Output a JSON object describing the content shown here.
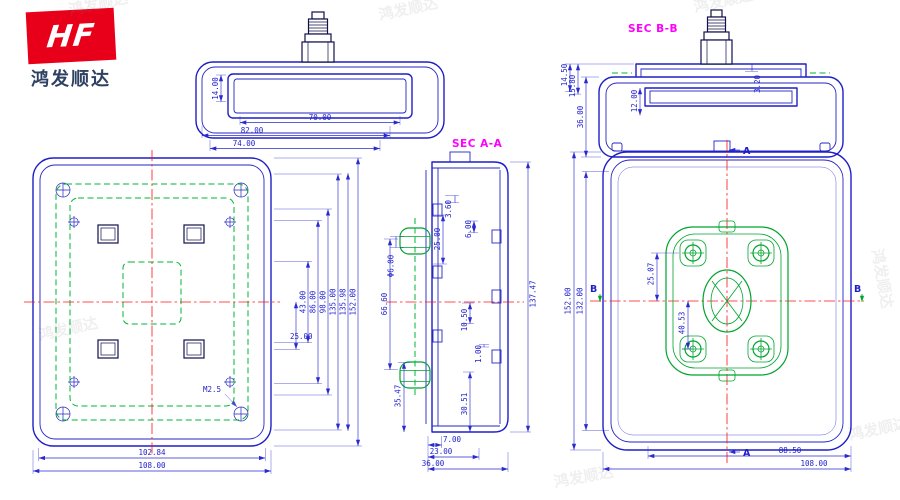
{
  "logo": {
    "brand": "HF",
    "company": "鸿发顺达",
    "brand_color": "#e8001b"
  },
  "watermark": {
    "text": "鸿发顺达"
  },
  "colors": {
    "outline_blue": "#1e1ec8",
    "hidden_green": "#00a42e",
    "centerline_red": "#ff1212",
    "section_magenta": "#ff00ff"
  },
  "section_labels": {
    "sec_aa": "SEC A-A",
    "sec_bb": "SEC B-B"
  },
  "section_markers": {
    "a_top": "A",
    "a_bottom": "A",
    "b_left": "B",
    "b_right": "B"
  },
  "top_view": {
    "d14": "14.00",
    "d70": "70.00",
    "d82": "82.00",
    "d74": "74.00"
  },
  "sec_bb_view": {
    "d14_50": "14.50",
    "d15_80": "15.80",
    "d36_00": "36.00",
    "d12_00": "12.00",
    "d3_20": "3.20"
  },
  "front_view": {
    "d43_00": "43.00",
    "d86_00": "86.00",
    "d98_00": "98.00",
    "d135_00": "135.00",
    "d135_98": "135.98",
    "d152_00": "152.00",
    "d25_00": "25.00",
    "thread": "M2.5",
    "d102_84": "102.84",
    "d108_00": "108.00"
  },
  "sec_aa_view": {
    "d3_60": "3.60",
    "d25_00": "25.00",
    "d6_00": "6.00",
    "dia6": "Φ6.00",
    "d66_60": "66.60",
    "d10_50": "10.50",
    "d1_00": "1.00",
    "d30_51": "30.51",
    "d35_47": "35.47",
    "d137_47": "137.47",
    "d7_00": "7.00",
    "d23_00": "23.00",
    "d36_00": "36.00"
  },
  "back_view": {
    "d152_00": "152.00",
    "d132_00": "132.00",
    "d25_07": "25.07",
    "d40_53": "40.53",
    "d88_50": "88.50",
    "d108_00": "108.00"
  }
}
